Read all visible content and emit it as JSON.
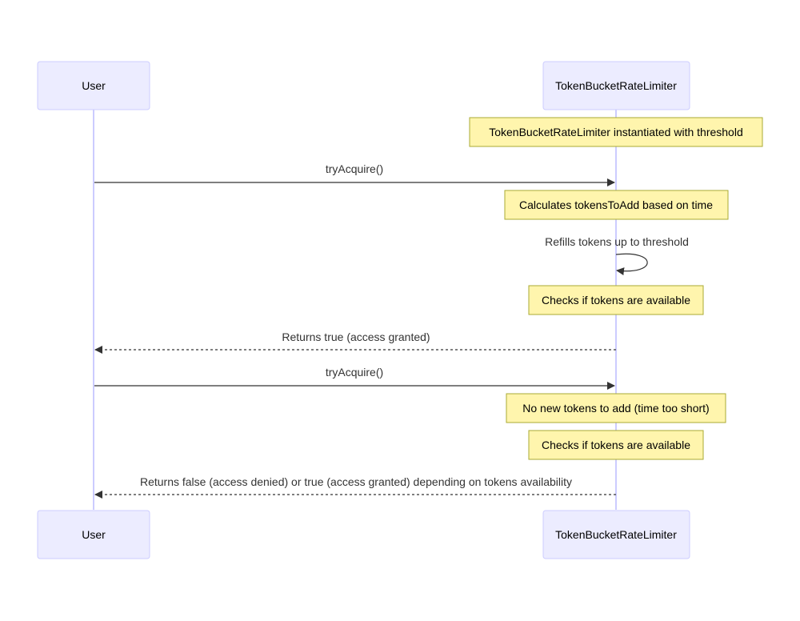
{
  "actors": {
    "user": "User",
    "limiter": "TokenBucketRateLimiter"
  },
  "notes": {
    "instantiated": "TokenBucketRateLimiter instantiated with threshold",
    "calculates": "Calculates tokensToAdd based on time",
    "checks_1": "Checks if tokens are available",
    "no_new_tokens": "No new tokens to add (time too short)",
    "checks_2": "Checks if tokens are available"
  },
  "messages": {
    "try_acquire_1": "tryAcquire()",
    "refills": "Refills tokens up to threshold",
    "returns_true": "Returns true (access granted)",
    "try_acquire_2": "tryAcquire()",
    "returns_false_or_true": "Returns false (access denied) or true (access granted) depending on tokens availability"
  },
  "colors": {
    "actor_fill": "#ECECFF",
    "actor_stroke": "#CCCCFF",
    "note_fill": "#FFF5AD",
    "note_stroke": "#AAAA33",
    "line": "#333333"
  }
}
